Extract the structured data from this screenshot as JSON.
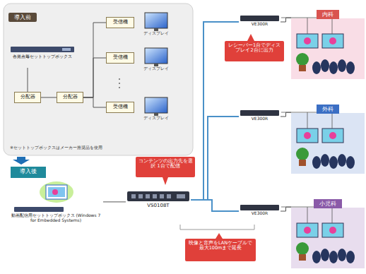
{
  "diagram": {
    "nodes": [
      {
        "text": [
          "導入前"
        ]
      },
      {
        "text": [
          "各拠点毎セットトップボックス"
        ],
        "in": 0
      },
      {
        "text": [
          "分配器"
        ],
        "in": 0
      },
      {
        "text": [
          "分配器"
        ],
        "in": 0
      },
      {
        "text": [
          "受信機"
        ],
        "in": 0
      },
      {
        "text": [
          "受信機"
        ],
        "in": 0
      },
      {
        "text": [
          "受信機"
        ],
        "in": 0
      },
      {
        "text": [
          "導入後"
        ]
      },
      {
        "text": [
          "動画配信用セットトップボックス (Windows 7 for Embedded Systems)"
        ]
      },
      {
        "text": [
          "VS0108T"
        ]
      },
      {
        "text": [
          "VE300R"
        ]
      },
      {
        "text": [
          "VE300R"
        ]
      },
      {
        "text": [
          "VE300R"
        ]
      },
      {
        "text": [
          "内科"
        ]
      },
      {
        "text": [
          "外科"
        ]
      },
      {
        "text": [
          "小児科"
        ]
      },
      {
        "text": [
          "コンテンツの出力先を選択 1台で配信"
        ]
      },
      {
        "text": [
          "レシーバー1台でディスプレイ2台に出力"
        ]
      },
      {
        "text": [
          "映像と音声をLANケーブルで最大100mまで延長"
        ]
      }
    ],
    "edges": [
      {
        "from": 1,
        "to": 2,
        "arrow": "none"
      },
      {
        "from": 2,
        "to": 3,
        "arrow": "none"
      },
      {
        "from": 3,
        "to": 4,
        "arrow": "none"
      },
      {
        "from": 3,
        "to": 5,
        "arrow": "none"
      },
      {
        "from": 3,
        "to": 6,
        "arrow": "none"
      },
      {
        "from": 8,
        "to": 9,
        "arrow": "none"
      },
      {
        "from": 9,
        "to": 10,
        "arrow": "none"
      },
      {
        "from": 9,
        "to": 11,
        "arrow": "none"
      },
      {
        "from": 9,
        "to": 12,
        "arrow": "none"
      },
      {
        "from": 10,
        "to": 13,
        "arrow": "none"
      },
      {
        "from": 11,
        "to": 14,
        "arrow": "none"
      },
      {
        "from": 12,
        "to": 15,
        "arrow": "none"
      }
    ],
    "labels": [
      "ディスプレイ",
      "ディスプレイ",
      "ディスプレイ",
      "※セットトップボックスはメーカー推奨品を使用"
    ]
  }
}
